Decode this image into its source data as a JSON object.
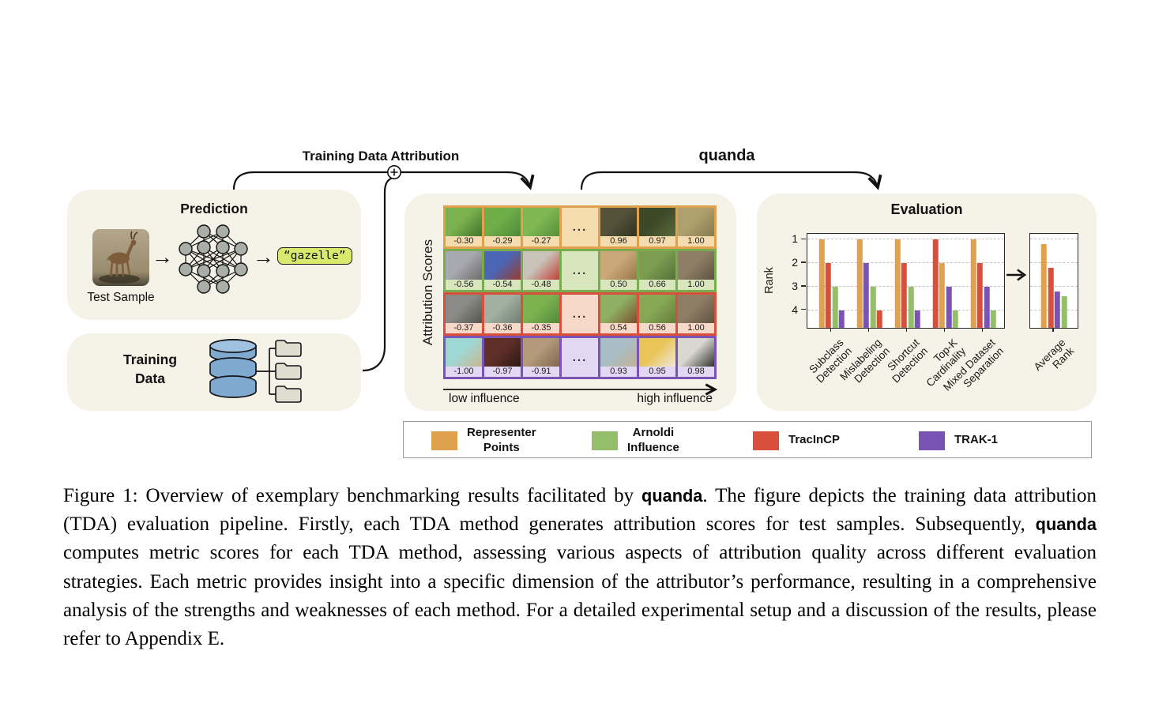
{
  "palette": {
    "panel_bg": "#f5f3e7",
    "pill_bg": "#d7ea6e",
    "representer_orange": "#e0a14f",
    "arnoldi_green": "#94be6a",
    "tracin_red": "#d8503c",
    "trak_purple": "#7a54b4",
    "db_blue": "#7fa9ce",
    "db_blue_top": "#9fc2e0",
    "folder_fill": "#deddd0"
  },
  "flow": {
    "tda_arrow_label": "Training Data Attribution",
    "quanda_arrow_label": "quanda"
  },
  "prediction": {
    "title": "Prediction",
    "test_sample_label": "Test Sample",
    "predicted_class": "“gazelle”"
  },
  "training": {
    "title": "Training\nData"
  },
  "attribution": {
    "ylabel": "Attribution Scores",
    "axis_left_label": "low influence",
    "axis_right_label": "high influence",
    "ellipsis": "...",
    "rows": [
      {
        "color": "#e0a14f",
        "tint": "#f5dcae",
        "cells": [
          {
            "score": "-0.30",
            "thumb": [
              "#79b24e",
              "#41742c"
            ]
          },
          {
            "score": "-0.29",
            "thumb": [
              "#70ac48",
              "#4e8a38"
            ]
          },
          {
            "score": "-0.27",
            "thumb": [
              "#7fb753",
              "#55903a"
            ]
          },
          {
            "ellipsis": true
          },
          {
            "score": "0.96",
            "thumb": [
              "#56523a",
              "#2e3320"
            ]
          },
          {
            "score": "0.97",
            "thumb": [
              "#3c4827",
              "#5a6a3a"
            ]
          },
          {
            "score": "1.00",
            "thumb": [
              "#afa06e",
              "#847a50"
            ]
          }
        ]
      },
      {
        "color": "#79ac4f",
        "tint": "#d8e6be",
        "cells": [
          {
            "score": "-0.56",
            "thumb": [
              "#a8a8b0",
              "#6e6e6a"
            ]
          },
          {
            "score": "-0.54",
            "thumb": [
              "#4a66b5",
              "#9a3a30"
            ]
          },
          {
            "score": "-0.48",
            "thumb": [
              "#c9c2b8",
              "#c04038"
            ]
          },
          {
            "ellipsis": true
          },
          {
            "score": "0.50",
            "thumb": [
              "#cba878",
              "#96764a"
            ]
          },
          {
            "score": "0.66",
            "thumb": [
              "#7c9c50",
              "#55703a"
            ]
          },
          {
            "score": "1.00",
            "thumb": [
              "#8e7e66",
              "#5e5240"
            ]
          }
        ]
      },
      {
        "color": "#d8503c",
        "tint": "#f8d9c9",
        "cells": [
          {
            "score": "-0.37",
            "thumb": [
              "#8a8a86",
              "#55554f"
            ]
          },
          {
            "score": "-0.36",
            "thumb": [
              "#a2b0a2",
              "#6e7e70"
            ]
          },
          {
            "score": "-0.35",
            "thumb": [
              "#7cb350",
              "#4e8a38"
            ]
          },
          {
            "ellipsis": true
          },
          {
            "score": "0.54",
            "thumb": [
              "#8fb062",
              "#7a4e30"
            ]
          },
          {
            "score": "0.56",
            "thumb": [
              "#88a856",
              "#647e3c"
            ]
          },
          {
            "score": "1.00",
            "thumb": [
              "#8e7e66",
              "#5e5240"
            ]
          }
        ]
      },
      {
        "color": "#7a54b4",
        "tint": "#e3d8f4",
        "cells": [
          {
            "score": "-1.00",
            "thumb": [
              "#9ed8d4",
              "#c9b68e"
            ]
          },
          {
            "score": "-0.97",
            "thumb": [
              "#602f28",
              "#2e1814"
            ]
          },
          {
            "score": "-0.91",
            "thumb": [
              "#b49a7a",
              "#7e6850"
            ]
          },
          {
            "ellipsis": true
          },
          {
            "score": "0.93",
            "thumb": [
              "#a9bdc6",
              "#c2b296"
            ]
          },
          {
            "score": "0.95",
            "thumb": [
              "#e9c456",
              "#f0e8dc"
            ]
          },
          {
            "score": "0.98",
            "thumb": [
              "#d8d8d0",
              "#32322e"
            ]
          }
        ]
      }
    ]
  },
  "chart_data": [
    {
      "type": "bar",
      "title": "Evaluation",
      "ylabel": "Rank",
      "yticks": [
        1,
        2,
        3,
        4
      ],
      "ylim": [
        0.75,
        4.75
      ],
      "yaxis_inverted": true,
      "grid": "dashed horizontal",
      "bars_sorted_by_rank_within_group": true,
      "categories": [
        "Subclass Detection",
        "Mislabeling Detection",
        "Shortcut Detection",
        "Top-K Cardinality",
        "Mixed Dataset Separation"
      ],
      "series": [
        {
          "name": "Representer Points",
          "color": "#e0a14f",
          "values": [
            1,
            1,
            1,
            2,
            1
          ]
        },
        {
          "name": "Arnoldi Influence",
          "color": "#94be6a",
          "values": [
            3,
            3,
            3,
            4,
            4
          ]
        },
        {
          "name": "TracInCP",
          "color": "#d8503c",
          "values": [
            2,
            4,
            2,
            1,
            2
          ]
        },
        {
          "name": "TRAK-1",
          "color": "#7a54b4",
          "values": [
            4,
            2,
            4,
            3,
            3
          ]
        }
      ]
    },
    {
      "type": "bar",
      "title": "",
      "ylabel": "Rank",
      "yticks": [
        1,
        2,
        3,
        4
      ],
      "ylim": [
        0.75,
        4.75
      ],
      "yaxis_inverted": true,
      "categories": [
        "Average Rank"
      ],
      "series": [
        {
          "name": "Representer Points",
          "color": "#e0a14f",
          "values": [
            1.2
          ]
        },
        {
          "name": "Arnoldi Influence",
          "color": "#94be6a",
          "values": [
            3.4
          ]
        },
        {
          "name": "TracInCP",
          "color": "#d8503c",
          "values": [
            2.2
          ]
        },
        {
          "name": "TRAK-1",
          "color": "#7a54b4",
          "values": [
            3.2
          ]
        }
      ]
    }
  ],
  "legend": {
    "items": [
      {
        "label": "Representer\nPoints",
        "color": "#e0a14f"
      },
      {
        "label": "Arnoldi\nInfluence",
        "color": "#94be6a"
      },
      {
        "label": "TracInCP",
        "color": "#d8503c"
      },
      {
        "label": "TRAK-1",
        "color": "#7a54b4"
      }
    ]
  },
  "caption": {
    "segments": [
      {
        "t": "Figure 1: Overview of exemplary benchmarking results facilitated by "
      },
      {
        "t": "quanda",
        "bold": true
      },
      {
        "t": ". The figure depicts the training data attribution (TDA) evaluation pipeline. Firstly, each TDA method generates attribution scores for test samples.  Subsequently, "
      },
      {
        "t": "quanda",
        "bold": true
      },
      {
        "t": " computes metric scores for each TDA method, assessing various aspects of attribution quality across different evaluation strategies. Each metric provides insight into a specific dimension of the attributor’s performance, resulting in a comprehensive analysis of the strengths and weaknesses of each method. For a detailed experimental setup and a discussion of the results, please refer to Appendix E."
      }
    ]
  }
}
